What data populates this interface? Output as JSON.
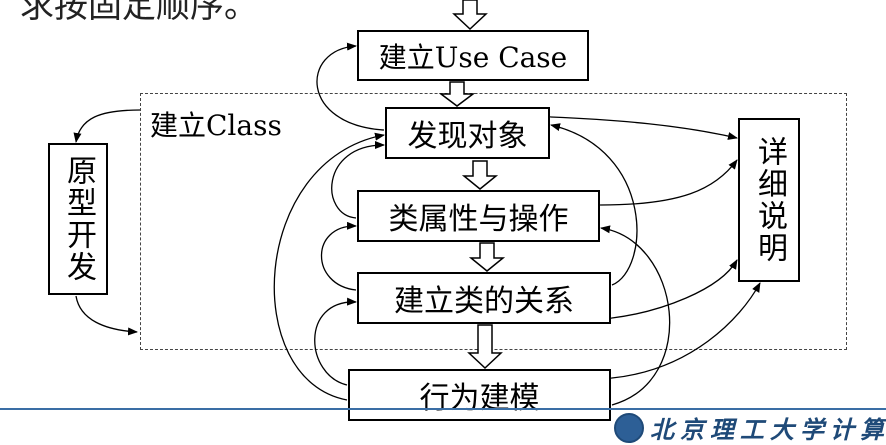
{
  "caption": {
    "partial_text": "求按固定顺序。"
  },
  "region": {
    "label": "建立Class"
  },
  "boxes": {
    "use_case": "建立Use Case",
    "discover_objects": "发现对象",
    "attributes_operations": "类属性与操作",
    "class_relations": "建立类的关系",
    "behavior_modeling": "行为建模",
    "prototype": "原型开发",
    "details": "详细说明"
  },
  "footer": {
    "institution_partial": "北京理工大学计算"
  },
  "colors": {
    "footer_blue": "#1f4a78",
    "divider": "#3a6ea5"
  }
}
